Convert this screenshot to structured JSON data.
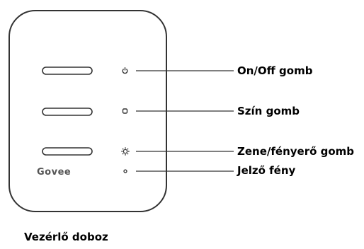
{
  "device": {
    "brand": "Govee",
    "caption": "Vezérlő doboz"
  },
  "callouts": {
    "power": "On/Off gomb",
    "color": "Szín gomb",
    "music": "Zene/fényerő gomb",
    "led": "Jelző fény"
  },
  "icons": {
    "power": "power-icon",
    "color": "color-icon",
    "music": "sun-icon",
    "led": "indicator-dot-icon"
  },
  "colors": {
    "outline": "#333333",
    "text": "#000000",
    "brand": "#555555"
  }
}
